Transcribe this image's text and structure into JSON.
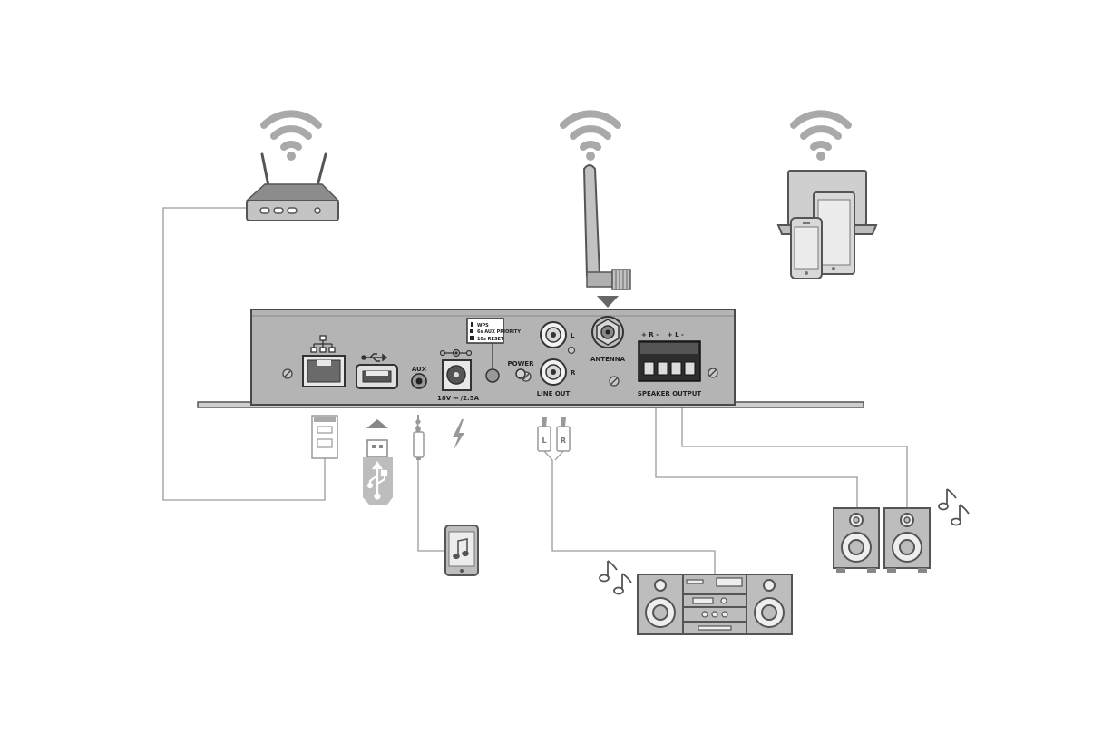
{
  "device": {
    "labels": {
      "aux": "AUX",
      "power": "POWER",
      "line_out": "LINE OUT",
      "antenna": "ANTENNA",
      "speaker_output": "SPEAKER OUTPUT",
      "dc_rating": "18V ⎓ /2.5A",
      "rca_left": "L",
      "rca_right": "R",
      "speaker_terminals": "+ R -    + L -"
    },
    "button_legend": [
      "WPS",
      "6s AUX PRIORITY",
      "10s RESET"
    ]
  },
  "cable_tags": {
    "rca_left": "L",
    "rca_right": "R"
  },
  "icons": [
    "wifi-icon",
    "router-icon",
    "antenna-icon",
    "laptop-icon",
    "tablet-icon",
    "smartphone-icon",
    "ethernet-icon",
    "usb-icon",
    "usb-stick-icon",
    "audio-jack-icon",
    "lightning-icon",
    "rca-plug-icon",
    "music-note-icon",
    "speaker-icon",
    "hifi-system-icon",
    "screw-icon"
  ],
  "colors": {
    "icon_gray": "#a9a9a9",
    "device_face": "#b4b4b4",
    "outline": "#4a4a4a",
    "wire": "#9a9a9a"
  }
}
